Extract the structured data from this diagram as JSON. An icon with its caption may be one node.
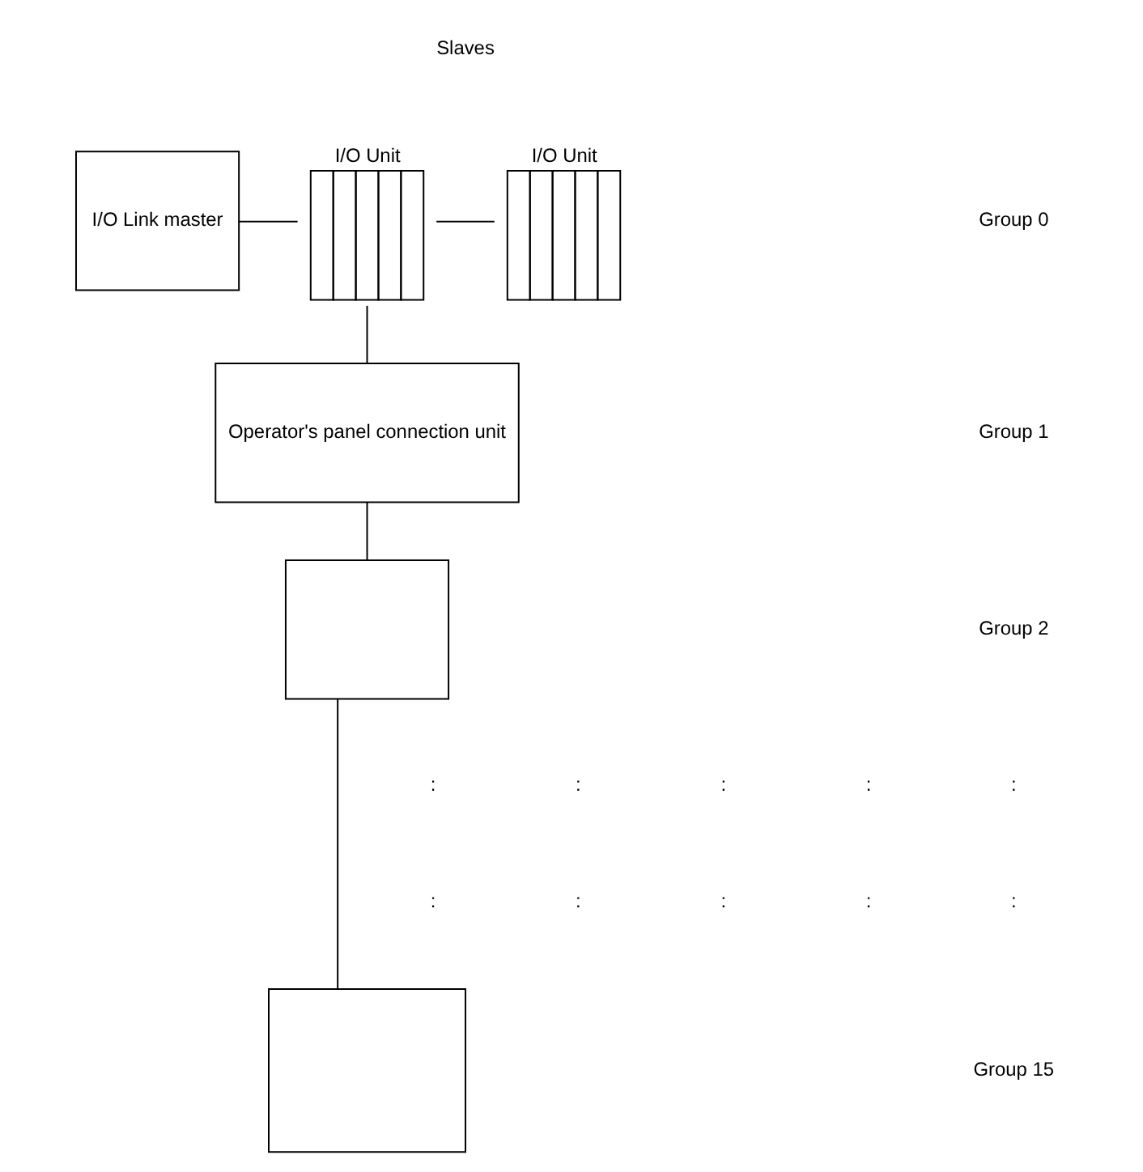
{
  "diagram": {
    "nodes": [
      {
        "text": [
          "I/O Link master"
        ]
      },
      {
        "text": [
          "I/O Unit"
        ]
      },
      {
        "text": [
          "I/O Unit"
        ]
      },
      {
        "text": [
          "Operator's panel connection unit"
        ]
      },
      {
        "text": [],
        "shape": "box"
      },
      {
        "text": [],
        "shape": "box"
      }
    ],
    "edges": [
      {
        "from": 0,
        "to": 1,
        "arrow": "none"
      },
      {
        "from": 1,
        "to": 2,
        "arrow": "none"
      },
      {
        "from": 1,
        "to": 3,
        "arrow": "none"
      },
      {
        "from": 3,
        "to": 4,
        "arrow": "none"
      },
      {
        "from": 4,
        "to": 5,
        "arrow": "none"
      }
    ],
    "labels": [
      "Slaves",
      "Group 0",
      "Group 1",
      "Group 2",
      ":",
      ":",
      ":",
      ":",
      ":",
      ":",
      ":",
      ":",
      ":",
      ":",
      "Group 15"
    ]
  }
}
